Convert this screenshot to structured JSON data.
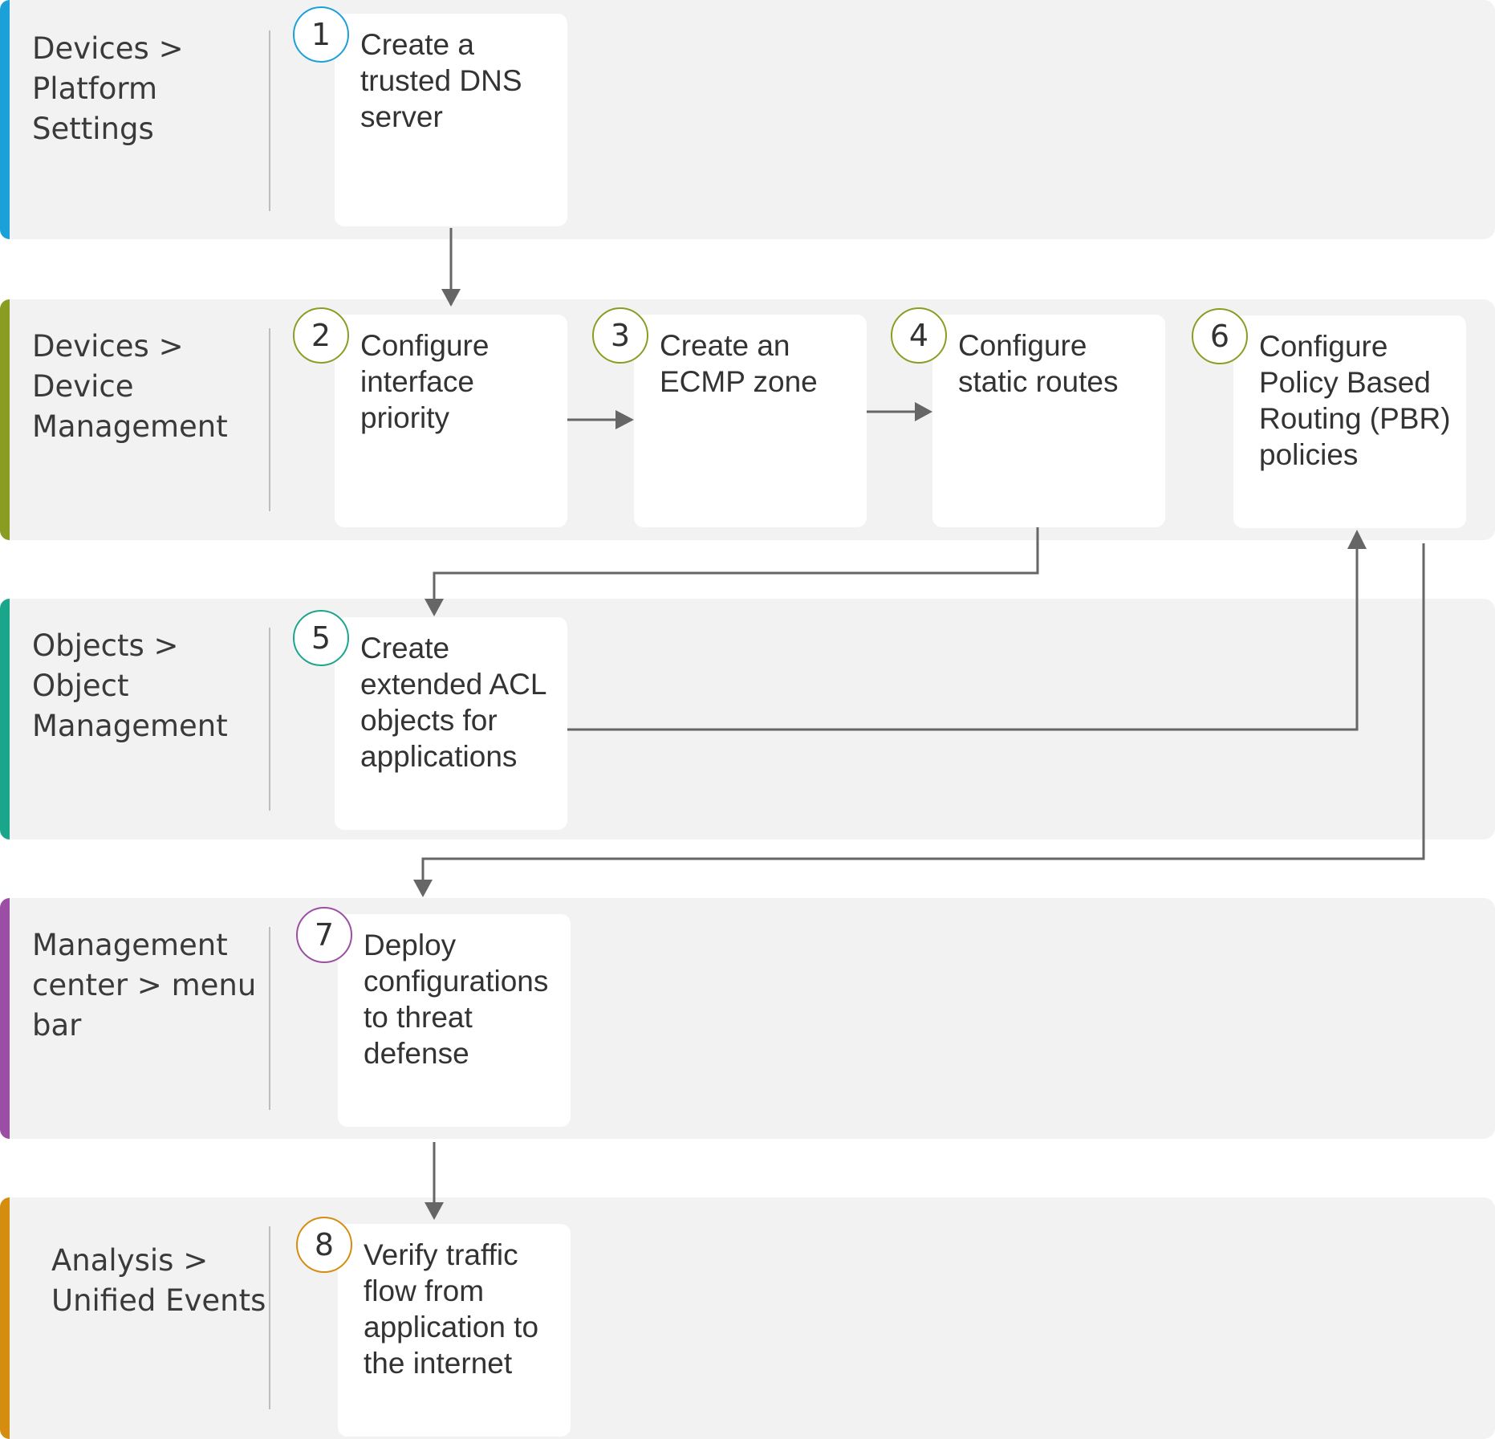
{
  "colors": {
    "lane_background": "#f2f2f2",
    "card_background": "#ffffff",
    "connector": "#666666",
    "lane_platform_settings": "#1ba0d8",
    "lane_device_management": "#8a9d22",
    "lane_object_management": "#1aa68a",
    "lane_menu_bar": "#9b4ea3",
    "lane_unified_events": "#d48d0f"
  },
  "lanes": [
    {
      "label": "Devices >\nPlatform\nSettings"
    },
    {
      "label": "Devices >\nDevice\nManagement"
    },
    {
      "label": "Objects >\nObject\nManagement"
    },
    {
      "label": "Management\ncenter > menu\nbar"
    },
    {
      "label": "Analysis >\nUnified Events"
    }
  ],
  "steps": [
    {
      "number": "1",
      "text": "Create a\ntrusted DNS\nserver"
    },
    {
      "number": "2",
      "text": "Configure\ninterface\npriority"
    },
    {
      "number": "3",
      "text": "Create an\nECMP zone"
    },
    {
      "number": "4",
      "text": "Configure\nstatic routes"
    },
    {
      "number": "5",
      "text": "Create\nextended ACL\nobjects for\napplications"
    },
    {
      "number": "6",
      "text": "Configure\nPolicy Based\nRouting (PBR)\npolicies"
    },
    {
      "number": "7",
      "text": "Deploy\nconfigurations\nto threat\ndefense"
    },
    {
      "number": "8",
      "text": "Verify traffic\nflow from\napplication to\nthe internet"
    }
  ],
  "flow": [
    [
      "1",
      "2"
    ],
    [
      "2",
      "3"
    ],
    [
      "3",
      "4"
    ],
    [
      "4",
      "5"
    ],
    [
      "5",
      "6"
    ],
    [
      "6",
      "7"
    ],
    [
      "7",
      "8"
    ]
  ]
}
